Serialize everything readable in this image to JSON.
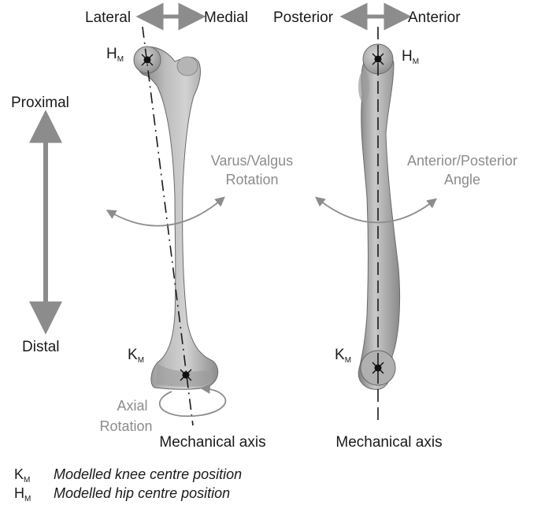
{
  "top_labels": {
    "lateral": "Lateral",
    "medial": "Medial",
    "posterior": "Posterior",
    "anterior": "Anterior"
  },
  "side_labels": {
    "proximal": "Proximal",
    "distal": "Distal"
  },
  "landmarks": {
    "h_letter": "H",
    "k_letter": "K",
    "subscript": "M"
  },
  "rotations": {
    "varus_valgus_line1": "Varus/Valgus",
    "varus_valgus_line2": "Rotation",
    "ant_post_line1": "Anterior/Posterior",
    "ant_post_line2": "Angle",
    "axial_line1": "Axial",
    "axial_line2": "Rotation"
  },
  "axis_labels": {
    "left": "Mechanical axis",
    "right": "Mechanical axis"
  },
  "legend": {
    "knee_text": "Modelled knee centre position",
    "hip_text": "Modelled hip centre position"
  },
  "colors": {
    "text_dark": "#1a1a1a",
    "text_grey": "#8c8c8c",
    "arrow_grey": "#8c8c8c",
    "bone_light": "#cfcfcf",
    "bone_mid": "#a5a5a5",
    "bone_dark": "#6f6f6f"
  }
}
